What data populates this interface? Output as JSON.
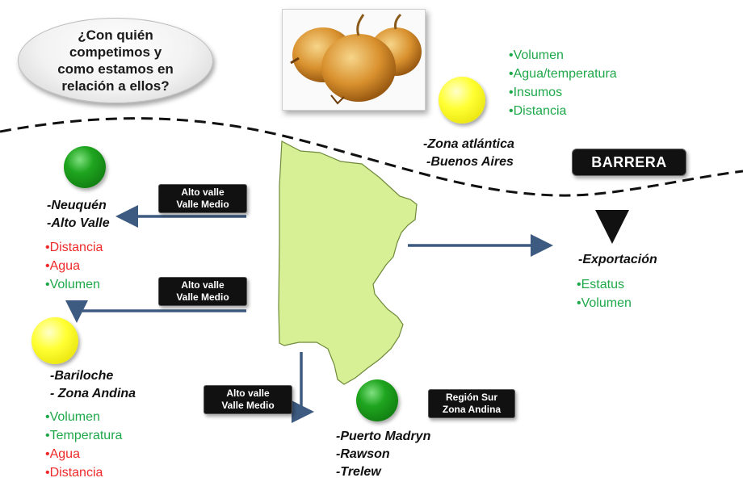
{
  "question": {
    "line1": "¿Con quién",
    "line2": "competimos y",
    "line3": "como estamos en",
    "line4": "relación a ellos?"
  },
  "atlantic": {
    "factors": [
      "•Volumen",
      "•Agua/temperatura",
      "•Insumos",
      "•Distancia"
    ],
    "places": [
      "-Zona atlántica",
      "-Buenos Aires"
    ]
  },
  "barrier_label": "BARRERA",
  "neuquen": {
    "places": [
      "-Neuquén",
      "-Alto Valle"
    ],
    "factors": [
      "•Distancia",
      "•Agua",
      "•Volumen"
    ]
  },
  "bariloche": {
    "places": [
      "-Bariloche",
      "- Zona Andina"
    ],
    "factors": [
      "•Volumen",
      "•Temperatura",
      "•Agua",
      "•Distancia"
    ]
  },
  "export": {
    "place": "-Exportación",
    "factors": [
      "•Estatus",
      "•Volumen"
    ]
  },
  "south": {
    "places": [
      "-Puerto Madryn",
      "-Rawson",
      "-Trelew"
    ]
  },
  "tags": {
    "route_line1": "Alto valle",
    "route_line2": "Valle Medio",
    "region_line1": "Región Sur",
    "region_line2": "Zona Andina"
  },
  "colors": {
    "favorable": "#1fa84a",
    "unfavorable": "#ef2a2a",
    "map_fill": "#d7ef95",
    "arrow": "#3d5a80"
  }
}
